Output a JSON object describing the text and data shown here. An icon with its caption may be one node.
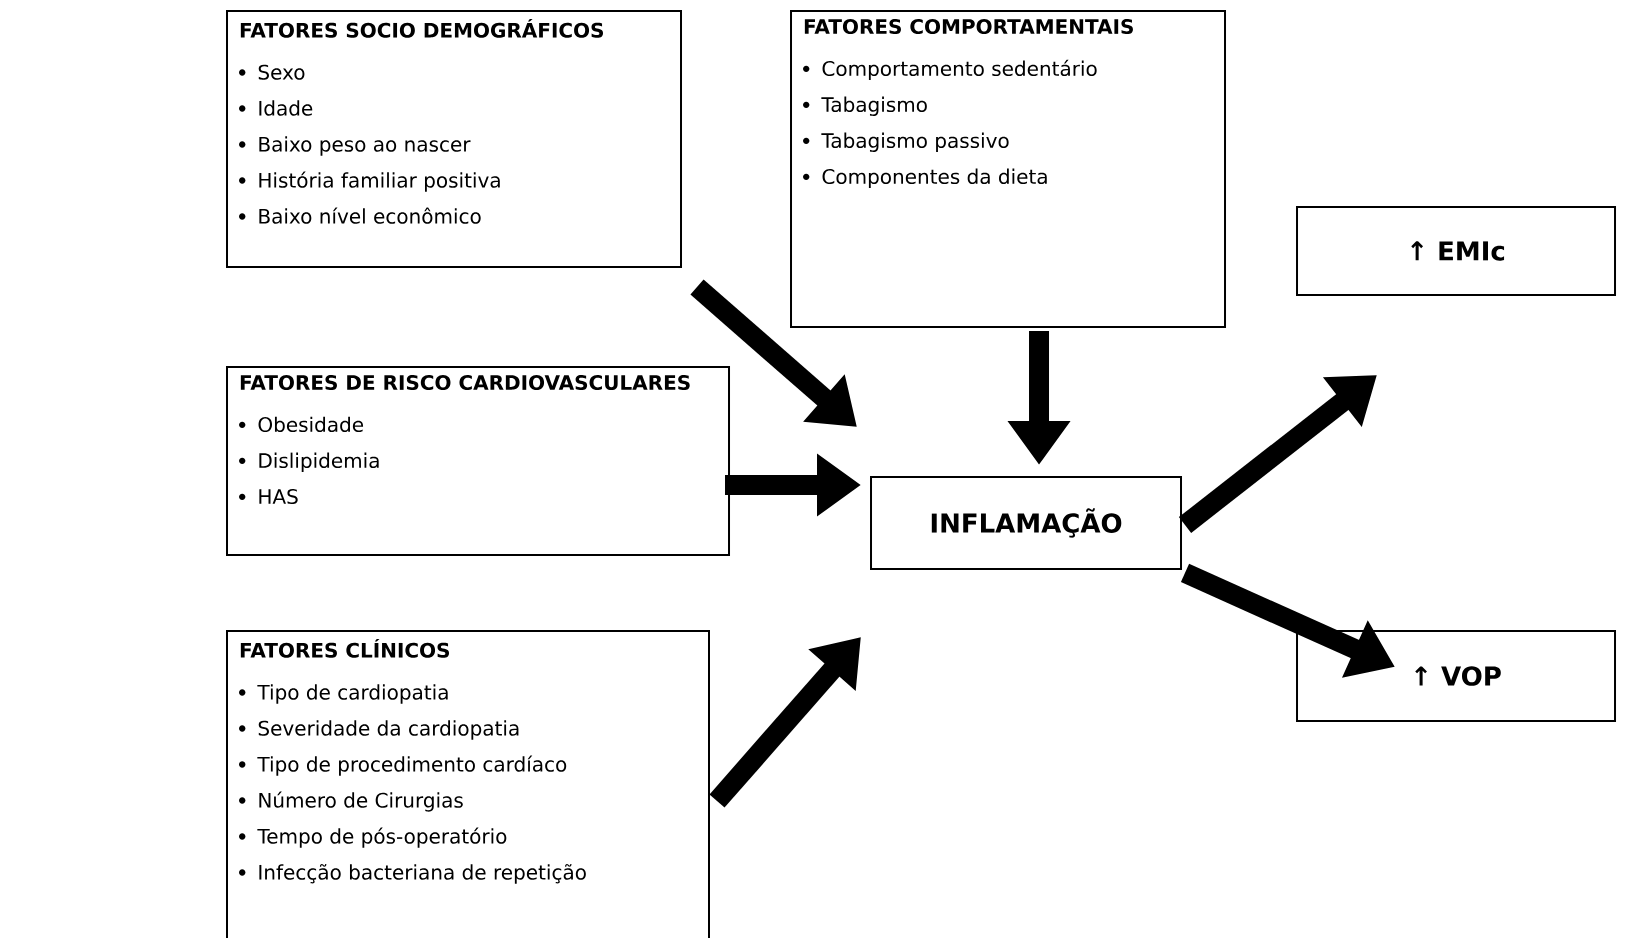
{
  "diagram": {
    "nodes": [
      {
        "text": [
          "FATORES SOCIO DEMOGRÁFICOS",
          "Sexo",
          "Idade",
          "Baixo peso ao nascer",
          "História familiar positiva",
          "Baixo nível econômico"
        ]
      },
      {
        "text": [
          "FATORES COMPORTAMENTAIS",
          "Comportamento sedentário",
          "Tabagismo",
          "Tabagismo passivo",
          "Componentes da dieta"
        ]
      },
      {
        "text": [
          "FATORES DE RISCO CARDIOVASCULARES",
          "Obesidade",
          "Dislipidemia",
          "HAS"
        ]
      },
      {
        "text": [
          "FATORES CLÍNICOS",
          "Tipo de cardiopatia",
          "Severidade da cardiopatia",
          "Tipo de procedimento cardíaco",
          "Número de Cirurgias",
          "Tempo de pós-operatório",
          "Infecção bacteriana de repetição"
        ]
      },
      {
        "text": [
          "INFLAMAÇÃO"
        ]
      },
      {
        "text": [
          "↑ EMIc"
        ]
      },
      {
        "text": [
          "↑ VOP"
        ]
      }
    ],
    "edges": [
      {
        "from": 0,
        "to": 4,
        "arrow": "to"
      },
      {
        "from": 1,
        "to": 4,
        "arrow": "to"
      },
      {
        "from": 2,
        "to": 4,
        "arrow": "to"
      },
      {
        "from": 3,
        "to": 4,
        "arrow": "to"
      },
      {
        "from": 4,
        "to": 5,
        "arrow": "to"
      },
      {
        "from": 4,
        "to": 6,
        "arrow": "to"
      }
    ]
  }
}
